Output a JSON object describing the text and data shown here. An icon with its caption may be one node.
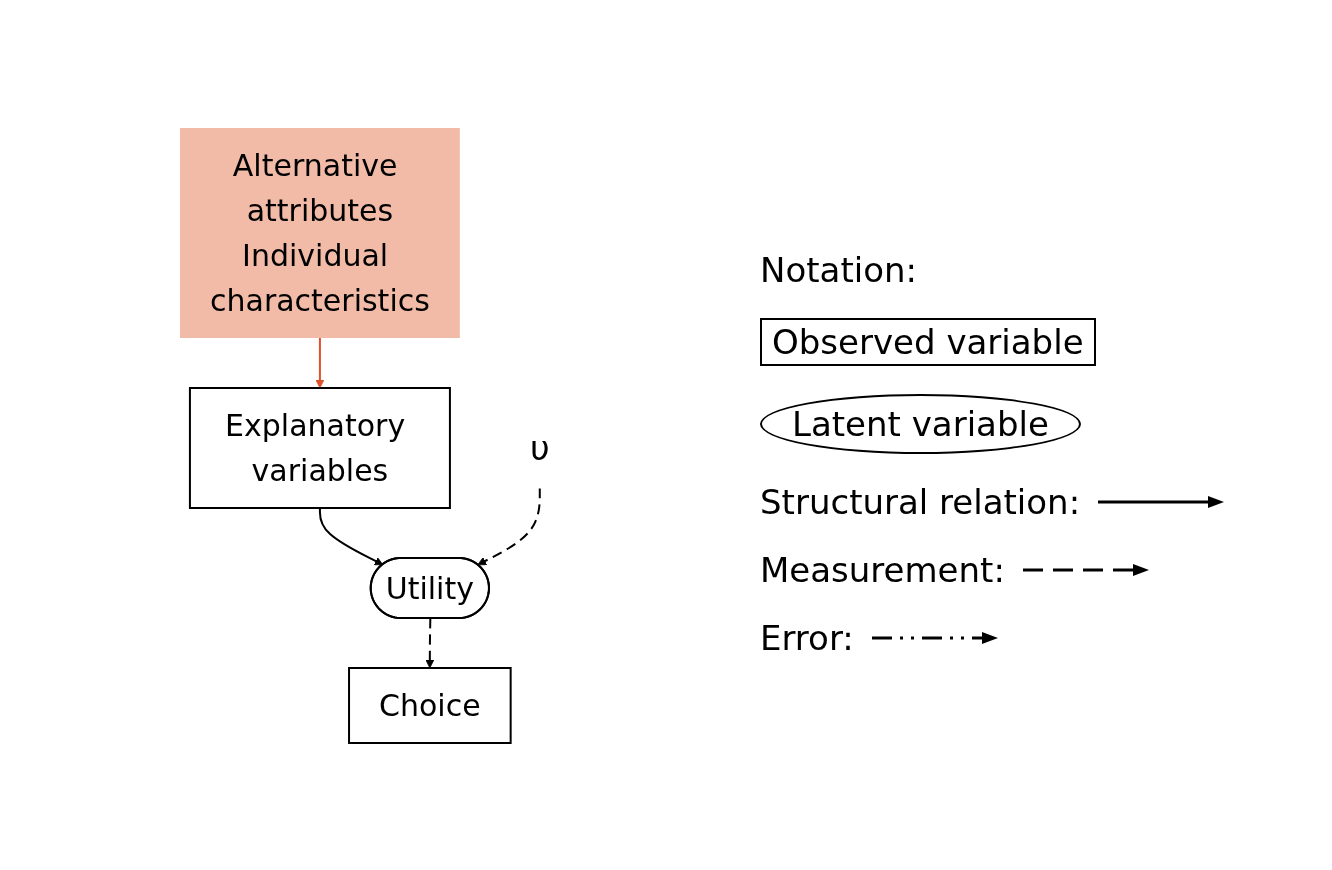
{
  "diagram": {
    "nodes": [
      {
        "text": [
          "Alternative attributes",
          "Individual characteristics"
        ]
      },
      {
        "text": [
          "Explanatory variables"
        ]
      },
      {
        "text": [
          "Utility"
        ]
      },
      {
        "text": [
          "Choice"
        ]
      },
      {
        "text": [
          "υ"
        ]
      }
    ],
    "edges": [
      {
        "from": 0,
        "to": 1,
        "arrow": "to",
        "color": "#e0502a"
      },
      {
        "from": 1,
        "to": 2,
        "arrow": "to"
      },
      {
        "from": 4,
        "to": 2,
        "arrow": "to",
        "style": "dashed"
      },
      {
        "from": 2,
        "to": 3,
        "arrow": "to",
        "style": "dashed"
      }
    ],
    "labels": [
      "Notation:"
    ],
    "legend": [
      {
        "text": "Observed variable"
      },
      {
        "text": "Latent variable"
      },
      {
        "text": "Structural relation:"
      },
      {
        "text": "Measurement:"
      },
      {
        "text": "Error:"
      }
    ]
  }
}
